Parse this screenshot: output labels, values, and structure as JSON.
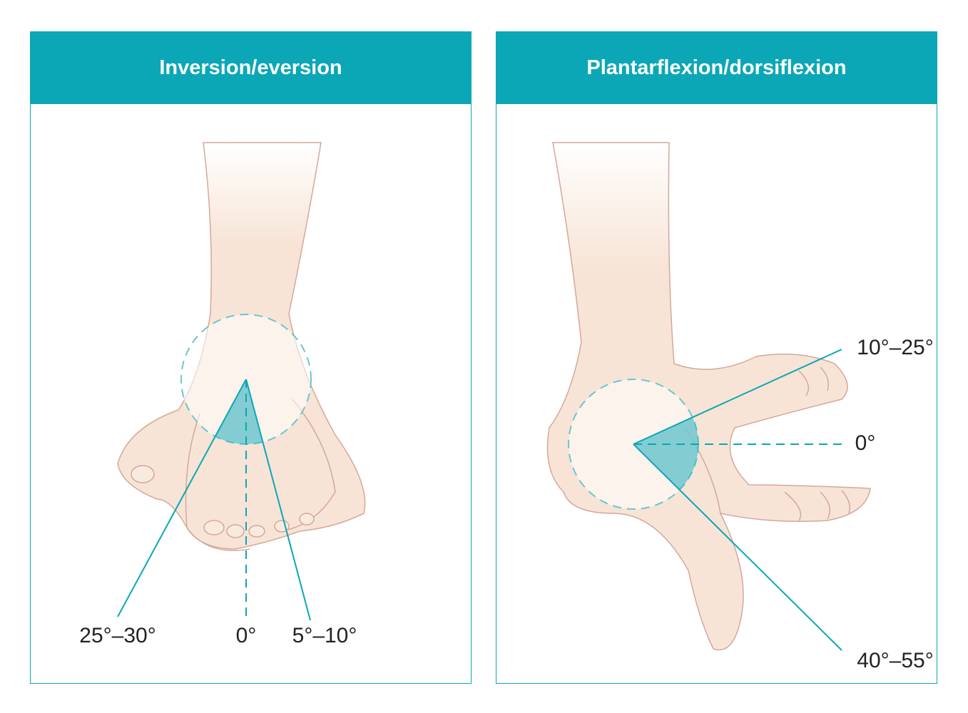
{
  "panels": [
    {
      "title": "Inversion/eversion",
      "labels": {
        "left": "25°–30°",
        "center": "0°",
        "right": "5°–10°"
      }
    },
    {
      "title": "Plantarflexion/dorsiflexion",
      "labels": {
        "top": "10°–25°",
        "center": "0°",
        "bottom": "40°–55°"
      }
    }
  ],
  "colors": {
    "accent": "#0ba7b7",
    "skin": "#f7e4d6",
    "outline": "#d4a899"
  }
}
